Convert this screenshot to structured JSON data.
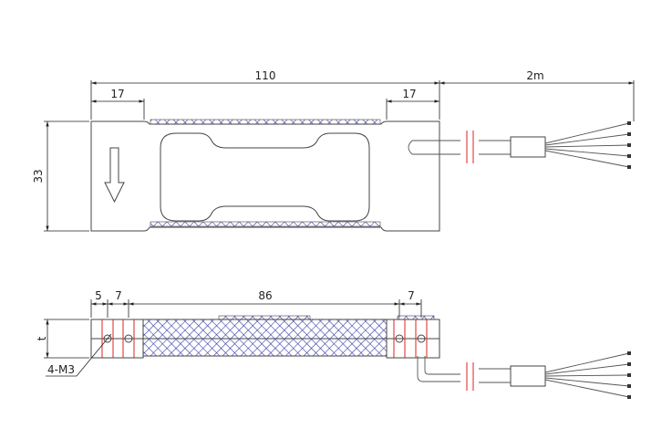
{
  "top_view": {
    "dim_total_length": "110",
    "dim_left_mount": "17",
    "dim_right_mount": "17",
    "dim_cable_length": "2m",
    "dim_height": "33"
  },
  "side_view": {
    "dim_hole_offset": "5",
    "dim_left_block": "7",
    "dim_middle": "86",
    "dim_right_block": "7",
    "dim_thickness": "t",
    "hole_callout": "4-M3"
  },
  "colors": {
    "line": "#444444",
    "hatch": "#3a3aa8",
    "cable_break": "#dd2222"
  }
}
